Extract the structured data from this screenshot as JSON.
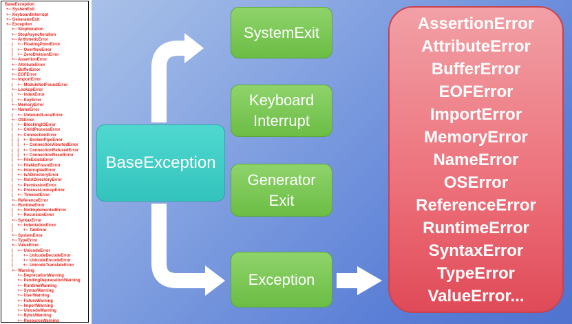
{
  "tree_text": "BaseException\n +-- SystemExit\n +-- KeyboardInterrupt\n +-- GeneratorExit\n +-- Exception\n      +-- StopIteration\n      +-- StopAsyncIteration\n      +-- ArithmeticError\n      |    +-- FloatingPointError\n      |    +-- OverflowError\n      |    +-- ZeroDivisionError\n      +-- AssertionError\n      +-- AttributeError\n      +-- BufferError\n      +-- EOFError\n      +-- ImportError\n      |    +-- ModuleNotFoundError\n      +-- LookupError\n      |    +-- IndexError\n      |    +-- KeyError\n      +-- MemoryError\n      +-- NameError\n      |    +-- UnboundLocalError\n      +-- OSError\n      |    +-- BlockingIOError\n      |    +-- ChildProcessError\n      |    +-- ConnectionError\n      |    |    +-- BrokenPipeError\n      |    |    +-- ConnectionAbortedError\n      |    |    +-- ConnectionRefusedError\n      |    |    +-- ConnectionResetError\n      |    +-- FileExistsError\n      |    +-- FileNotFoundError\n      |    +-- InterruptedError\n      |    +-- IsADirectoryError\n      |    +-- NotADirectoryError\n      |    +-- PermissionError\n      |    +-- ProcessLookupError\n      |    +-- TimeoutError\n      +-- ReferenceError\n      +-- RuntimeError\n      |    +-- NotImplementedError\n      |    +-- RecursionError\n      +-- SyntaxError\n      |    +-- IndentationError\n      |         +-- TabError\n      +-- SystemError\n      +-- TypeError\n      +-- ValueError\n      |    +-- UnicodeError\n      |         +-- UnicodeDecodeError\n      |         +-- UnicodeEncodeError\n      |         +-- UnicodeTranslateError\n      +-- Warning\n           +-- DeprecationWarning\n           +-- PendingDeprecationWarning\n           +-- RuntimeWarning\n           +-- SyntaxWarning\n           +-- UserWarning\n           +-- FutureWarning\n           +-- ImportWarning\n           +-- UnicodeWarning\n           +-- BytesWarning\n           +-- ResourceWarning",
  "nodes": {
    "base": "BaseException",
    "system_exit": "SystemExit",
    "keyboard_interrupt": "Keyboard\nInterrupt",
    "generator_exit": "Generator\nExit",
    "exception": "Exception"
  },
  "errors": [
    "AssertionError",
    "AttributeError",
    "BufferError",
    "EOFError",
    "ImportError",
    "MemoryError",
    "NameError",
    "OSError",
    "ReferenceError",
    "RuntimeError",
    "SyntaxError",
    "TypeError",
    "ValueError..."
  ],
  "colors": {
    "tree_text": "#e8221a",
    "base_node": "#3dcac3",
    "child_node": "#7ac653",
    "error_box": "#ec6f79",
    "arrow": "#ffffff"
  }
}
